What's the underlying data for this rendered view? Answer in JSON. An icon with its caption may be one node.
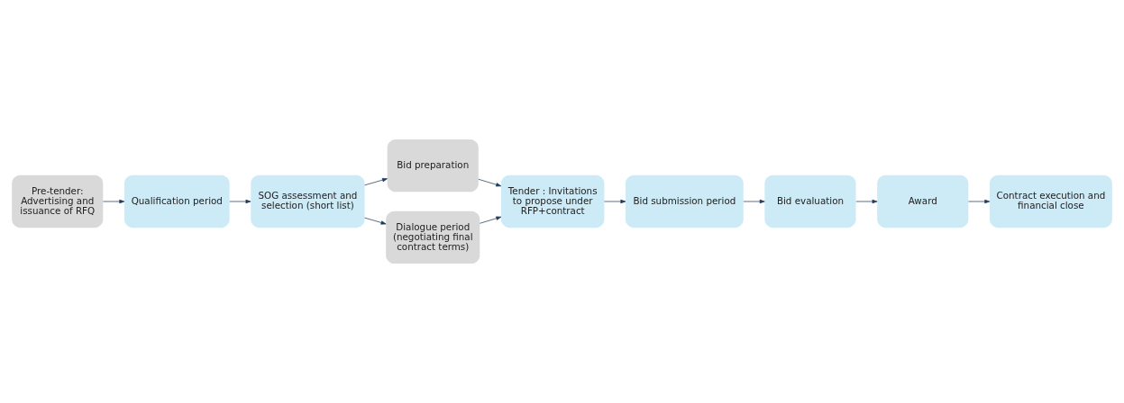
{
  "diagram": {
    "nodes": [
      {
        "text": [
          "Pre-tender: Advertising and issuance of RFQ"
        ]
      },
      {
        "text": [
          "Qualification period"
        ]
      },
      {
        "text": [
          "SOG assessment and selection (short list)"
        ]
      },
      {
        "text": [
          "Bid preparation"
        ]
      },
      {
        "text": [
          "Dialogue period (negotiating final contract terms)"
        ]
      },
      {
        "text": [
          "Tender : Invitations to propose under RFP+contract"
        ]
      },
      {
        "text": [
          "Bid submission period"
        ]
      },
      {
        "text": [
          "Bid evaluation"
        ]
      },
      {
        "text": [
          "Award"
        ]
      },
      {
        "text": [
          "Contract execution and financial close"
        ]
      }
    ],
    "edges": [
      {
        "from": 0,
        "to": 1,
        "arrow": "to"
      },
      {
        "from": 1,
        "to": 2,
        "arrow": "to"
      },
      {
        "from": 2,
        "to": 3,
        "arrow": "to"
      },
      {
        "from": 2,
        "to": 4,
        "arrow": "to"
      },
      {
        "from": 3,
        "to": 5,
        "arrow": "to"
      },
      {
        "from": 4,
        "to": 5,
        "arrow": "to"
      },
      {
        "from": 5,
        "to": 6,
        "arrow": "to"
      },
      {
        "from": 6,
        "to": 7,
        "arrow": "to"
      },
      {
        "from": 7,
        "to": 8,
        "arrow": "to"
      },
      {
        "from": 8,
        "to": 9,
        "arrow": "to"
      }
    ]
  }
}
